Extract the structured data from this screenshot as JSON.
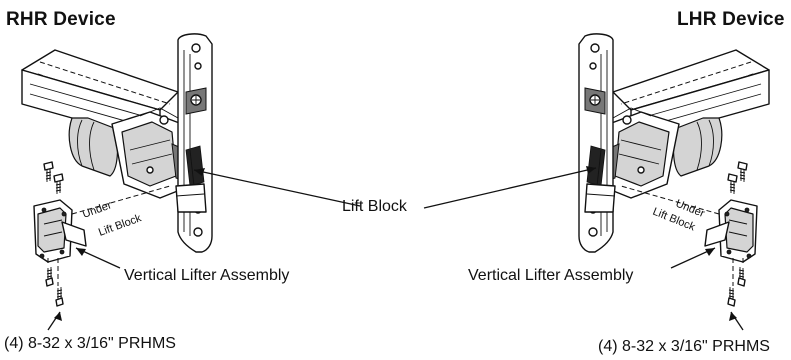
{
  "titles": {
    "rhr": "RHR Device",
    "lhr": "LHR Device"
  },
  "labels": {
    "lift_block": "Lift Block",
    "vertical_lifter_left": "Vertical Lifter Assembly",
    "vertical_lifter_right": "Vertical Lifter Assembly",
    "screws_left": "(4) 8-32 x 3/16\" PRHMS",
    "screws_right": "(4) 8-32 x 3/16\" PRHMS"
  },
  "rotated_text": {
    "under": "Under",
    "lift_block": "Lift Block"
  }
}
